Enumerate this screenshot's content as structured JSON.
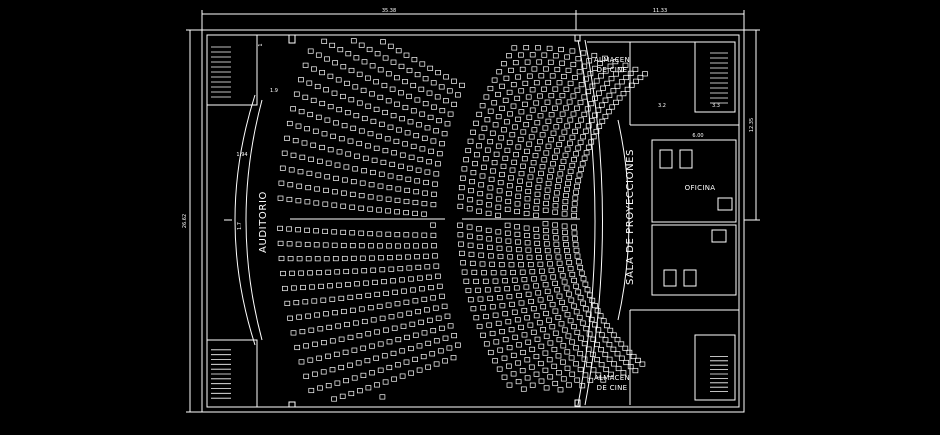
{
  "drawing": {
    "background": "#000000",
    "line_color": "#ffffff",
    "labels": {
      "auditorio": "AUDITORIO",
      "sala": "SALA DE PROYECCIONES",
      "almacen_top_1": "ALMACEN",
      "almacen_top_2": "DE CINE",
      "almacen_bot_1": "ALMACEN",
      "almacen_bot_2": "DE CINE",
      "oficina": "OFICINA"
    },
    "dimensions": {
      "width_main": "35.38",
      "width_right": "11.33",
      "height_total": "26.62",
      "height_right": "12.35",
      "office_width": "6.00",
      "office_left": "3.2",
      "office_right": "3.3",
      "small_top": "1.9",
      "side_a": "1.94",
      "side_b": "1.7",
      "stair_note": "1"
    }
  }
}
